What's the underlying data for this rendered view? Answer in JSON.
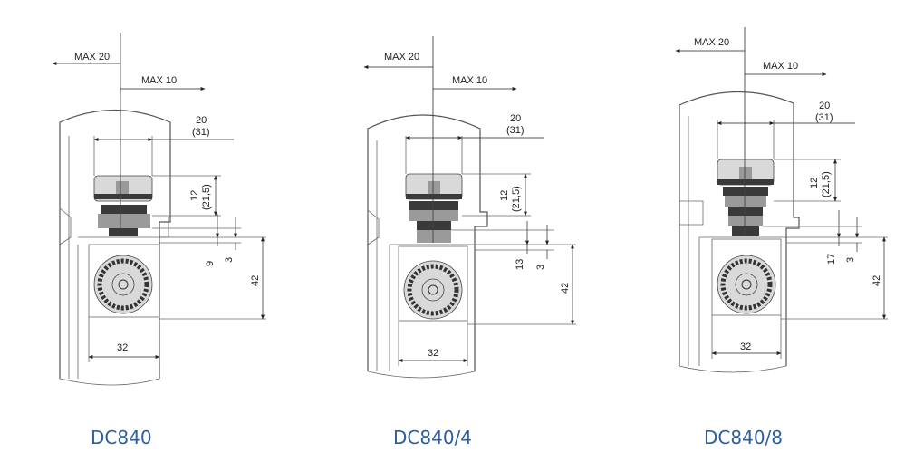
{
  "colors": {
    "model_label": "#2b5f9e",
    "line": "#555555"
  },
  "shared_labels": {
    "max_20": "MAX 20",
    "max_10": "MAX 10",
    "width_top": "20",
    "width_top_alt": "(31)",
    "height_top": "12",
    "height_top_alt": "(21,5)",
    "gap": "3",
    "depth": "42",
    "width_bottom": "32"
  },
  "panels": [
    {
      "model": "DC840",
      "offset": "9"
    },
    {
      "model": "DC840/4",
      "offset": "13"
    },
    {
      "model": "DC840/8",
      "offset": "17"
    }
  ]
}
